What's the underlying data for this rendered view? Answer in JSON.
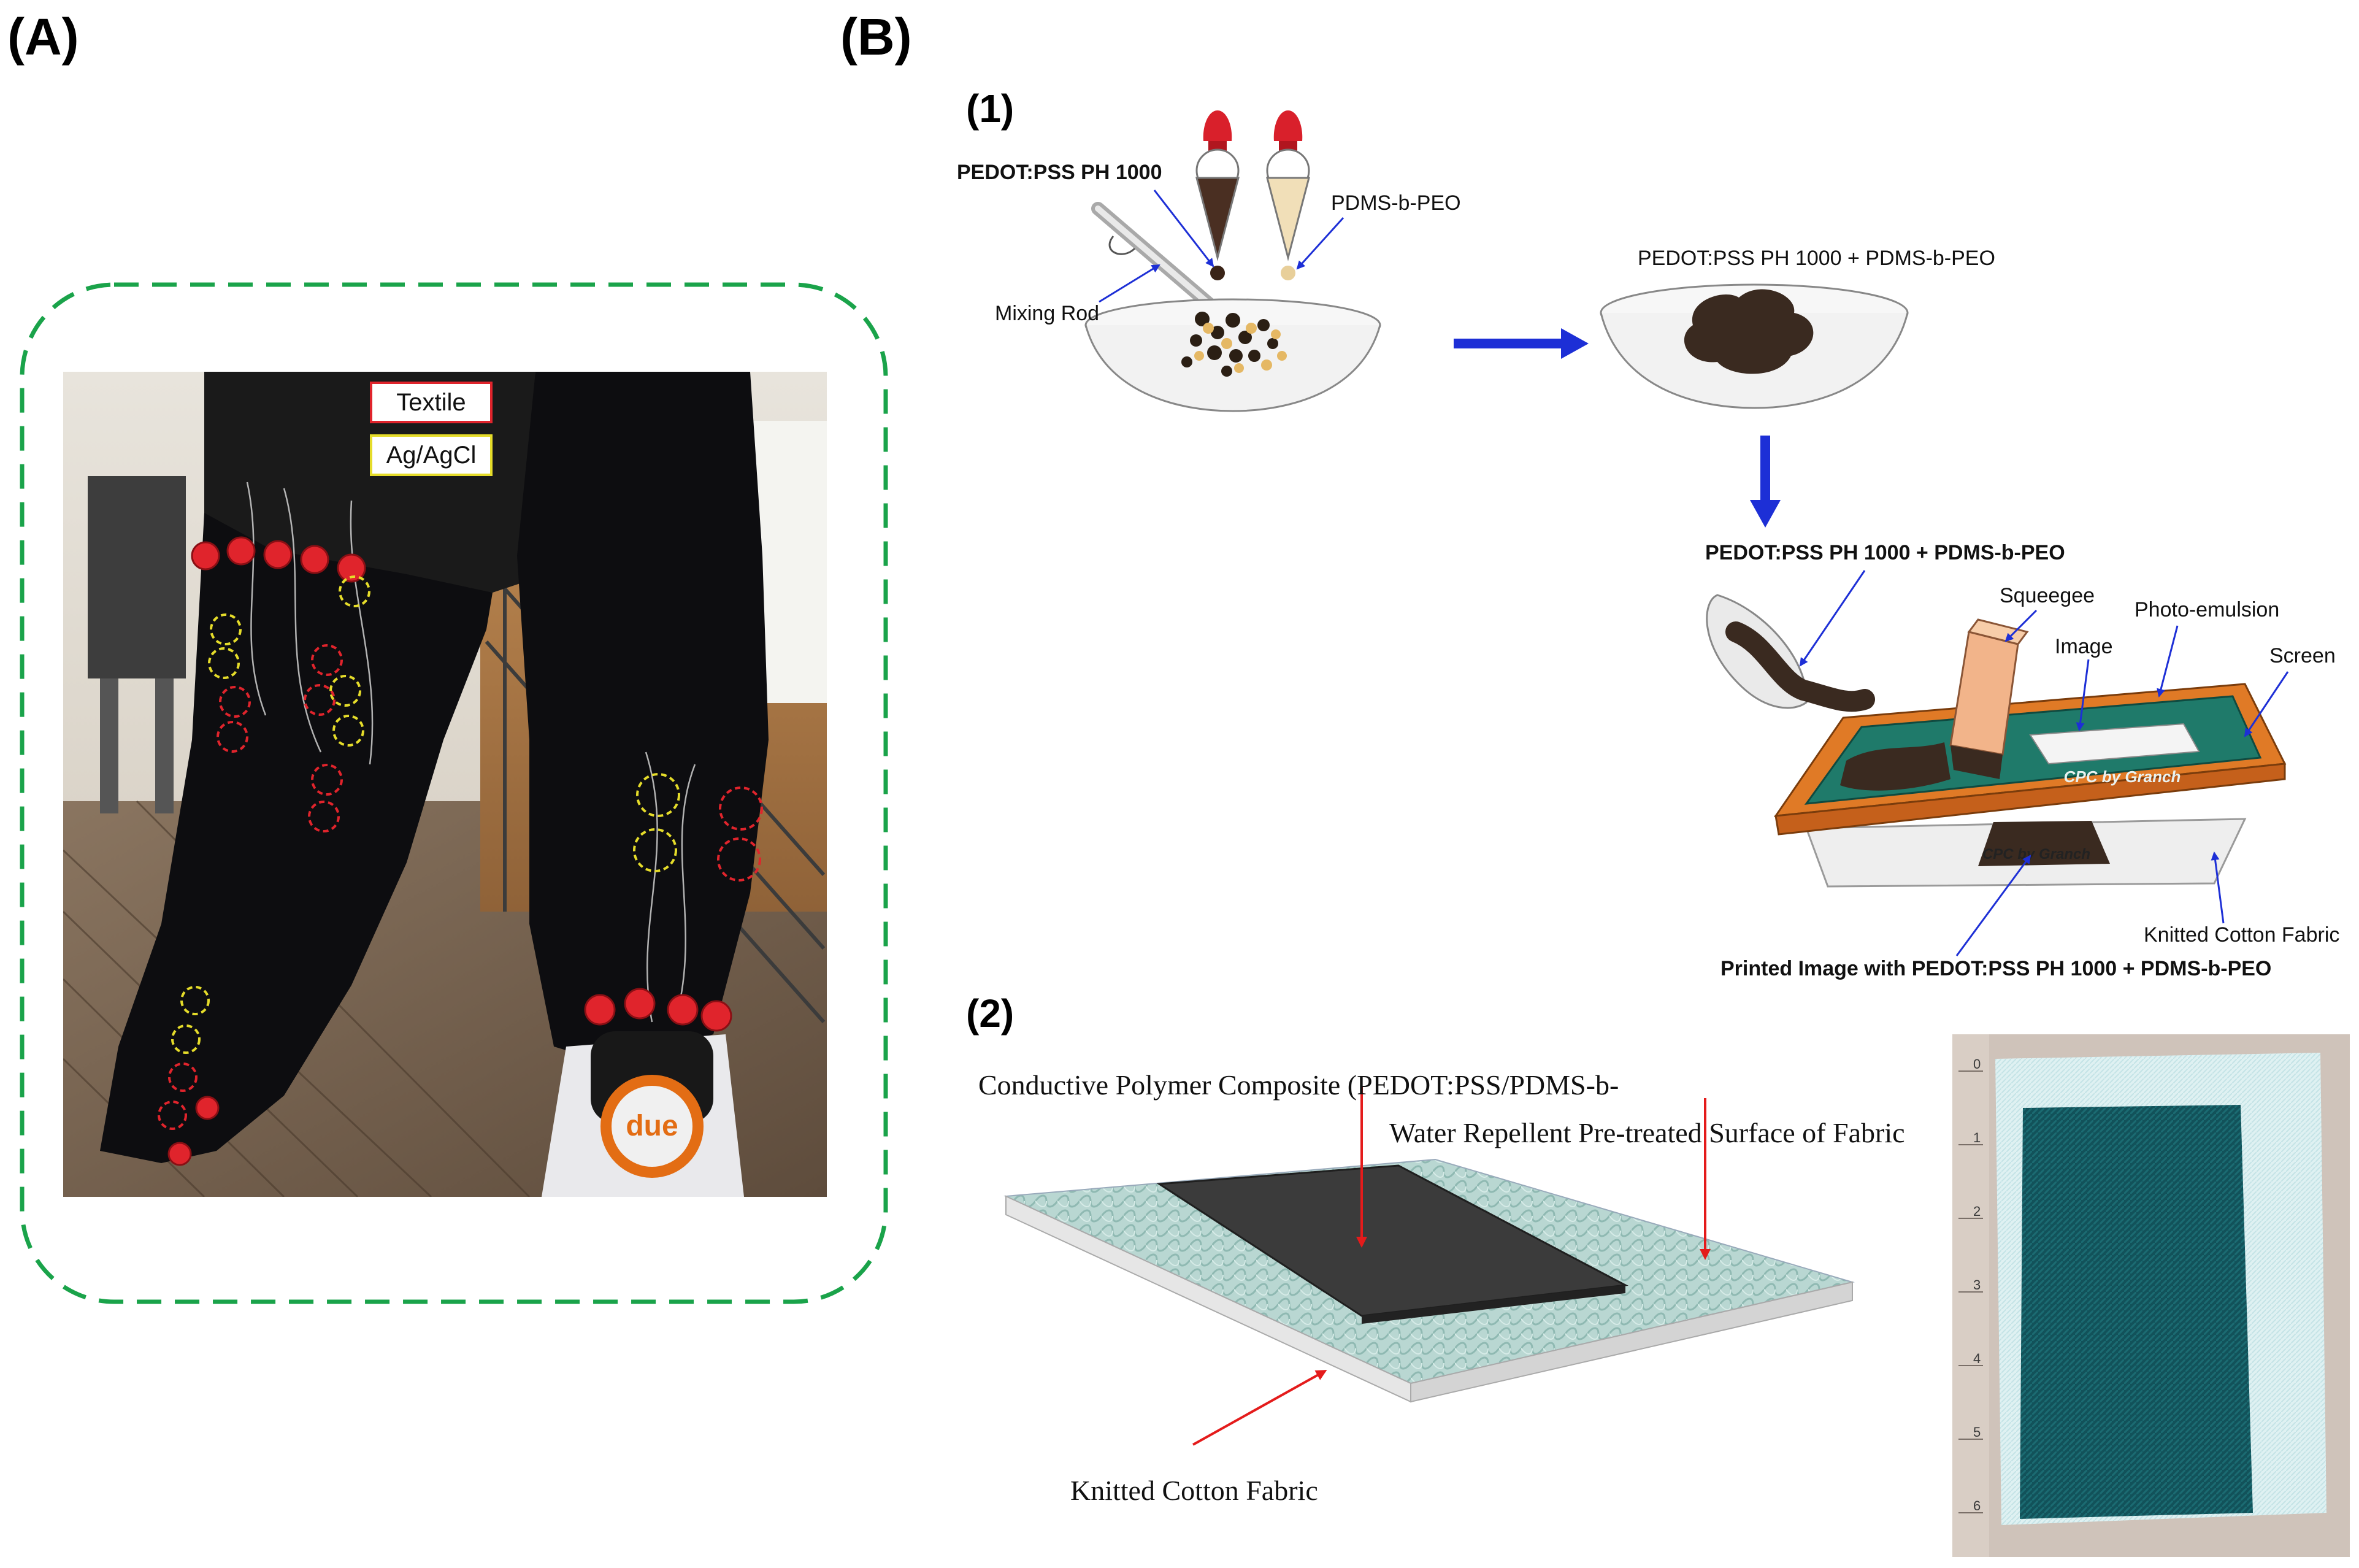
{
  "panel_a": {
    "label": "(A)",
    "legend": {
      "textile": "Textile",
      "agcl": "Ag/AgCl"
    },
    "brand_text": "due",
    "colors": {
      "textile_marker": "#e0242c",
      "agcl_marker": "#e5dc2a",
      "frame": "#1aa34a"
    }
  },
  "panel_b": {
    "label": "(B)",
    "step1": {
      "label": "(1)",
      "pedot_label": "PEDOT:PSS PH 1000",
      "pdms_label": "PDMS-b-PEO",
      "mixing_rod_label": "Mixing Rod",
      "mixture_label_1": "PEDOT:PSS PH 1000 + PDMS-b-PEO",
      "mixture_label_2": "PEDOT:PSS PH 1000 + PDMS-b-PEO",
      "squeegee_label": "Squeegee",
      "photo_emulsion_label": "Photo-emulsion",
      "image_label": "Image",
      "screen_label": "Screen",
      "screen_text": "CPC by Granch",
      "fabric_text": "CPC by Granch",
      "knitted_label": "Knitted Cotton Fabric",
      "printed_label": "Printed Image with PEDOT:PSS PH 1000 + PDMS-b-PEO"
    },
    "step2": {
      "label": "(2)",
      "conductive_label": "Conductive   Polymer   Composite    (PEDOT:PSS/PDMS-b-",
      "water_label": "Water Repellent Pre-treated Surface of Fabric",
      "knitted_label": "Knitted Cotton Fabric",
      "ruler_ticks": [
        "0",
        "1",
        "2",
        "3",
        "4",
        "5",
        "6"
      ]
    }
  }
}
